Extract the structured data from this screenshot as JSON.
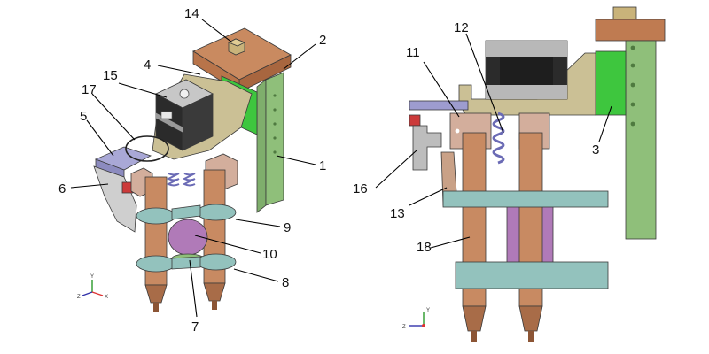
{
  "colors": {
    "rod": "#c88a62",
    "rod_dark": "#8c5535",
    "clamp": "#93c2bd",
    "frame_green": "#8fbf7a",
    "bright_green": "#3ec63e",
    "bracket_tan": "#cbc095",
    "wood": "#bf7b51",
    "motor_black": "#2a2a2a",
    "motor_gray": "#b8b8b8",
    "purple": "#b07ab8",
    "lavender": "#9d9ccf",
    "block_pink": "#d3ae9c",
    "red": "#cc3a3a"
  },
  "callouts": {
    "c1": "1",
    "c2": "2",
    "c3": "3",
    "c4": "4",
    "c5": "5",
    "c6": "6",
    "c7": "7",
    "c8": "8",
    "c9": "9",
    "c10": "10",
    "c11": "11",
    "c12": "12",
    "c13": "13",
    "c14": "14",
    "c15": "15",
    "c16": "16",
    "c17": "17",
    "c18": "18"
  },
  "axes": {
    "left": {
      "x": "X",
      "y": "Y",
      "z": "Z"
    },
    "right": {
      "y": "Y",
      "z": "Z"
    }
  }
}
